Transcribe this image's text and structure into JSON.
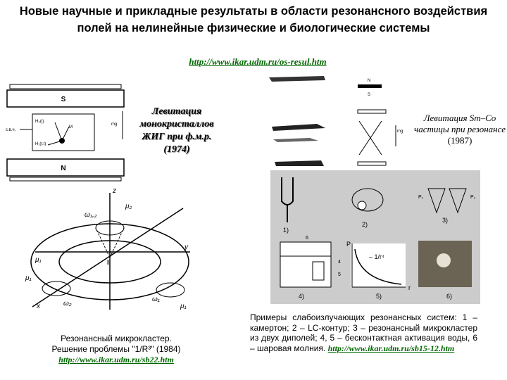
{
  "header": {
    "title": "Новые научные и прикладные результаты в области резонансного воздействия полей на нелинейные физические и биологические системы",
    "link": "http://www.ikar.udm.ru/os-resul.htm"
  },
  "fig1": {
    "caption": "Левитация монокристаллов ЖИГ при ф.м.р. (1974)",
    "labels": {
      "s": "S",
      "n": "N",
      "svch": "с.в.ч.",
      "mg": "mg",
      "h0": "H₀(t)",
      "h1": "H₁(r,t)",
      "m": "M"
    }
  },
  "fig2": {
    "caption_part1": "Левитация Sm–Co частицы при резонансе",
    "caption_year": "(1987)",
    "labels": {
      "n": "N",
      "s": "S",
      "mg": "mg"
    }
  },
  "fig3": {
    "caption_line1": "Резонансный микрокластер.",
    "caption_line2": "Решение проблемы \"1/R³\" (1984)",
    "link": "http://www.ikar.udm.ru/sb22.htm",
    "labels": {
      "z": "z",
      "y": "y",
      "x": "x",
      "i": "I",
      "w12": "ω₁,₂",
      "w1": "ω₁",
      "w2": "ω₂",
      "mu2": "μ₂",
      "mu1": "μ₁",
      "mu1b": "μ₁",
      "mu1c": "μ₁"
    }
  },
  "fig4": {
    "caption": "Примеры слабоизлучающих резонансных систем: 1 – камертон; 2 – LC-контур; 3 – резонансный микрокластер из двух диполей; 4, 5 – бесконтактная активация воды, 6 – шаровая молния.",
    "link": "http://www.ikar.udm.ru/sb15-12.htm",
    "labels": {
      "n1": "1)",
      "n2": "2)",
      "n3": "3)",
      "n4": "4)",
      "n5": "5)",
      "n6": "6)",
      "p": "P",
      "r": "r",
      "formula": "– 1/r⁴",
      "p1": "P₁",
      "p2": "P₂",
      "l6": "6",
      "l4": "4",
      "l5": "5"
    }
  }
}
